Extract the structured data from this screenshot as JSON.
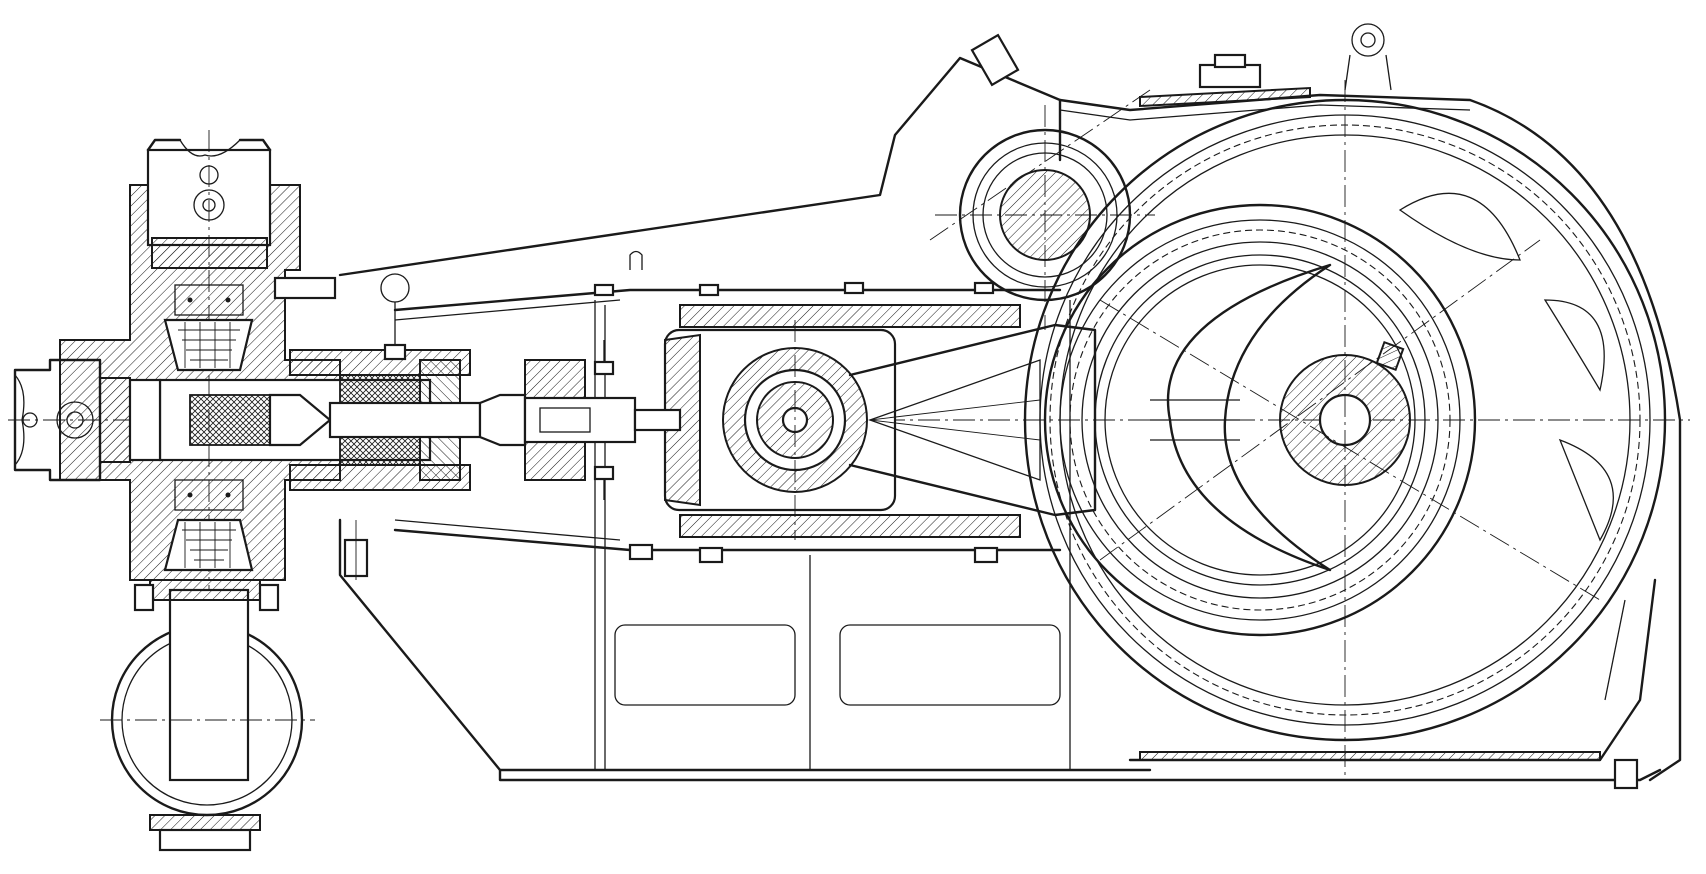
{
  "drawing": {
    "background": "#ffffff",
    "line_color": "#1a1a1a",
    "parts": [
      "pump-head",
      "suction-valve",
      "discharge-valve",
      "plunger",
      "stuffing-box",
      "crosshead",
      "connecting-rod",
      "crank-gear",
      "pinion",
      "frame",
      "suction-manifold",
      "gear-guard"
    ]
  }
}
